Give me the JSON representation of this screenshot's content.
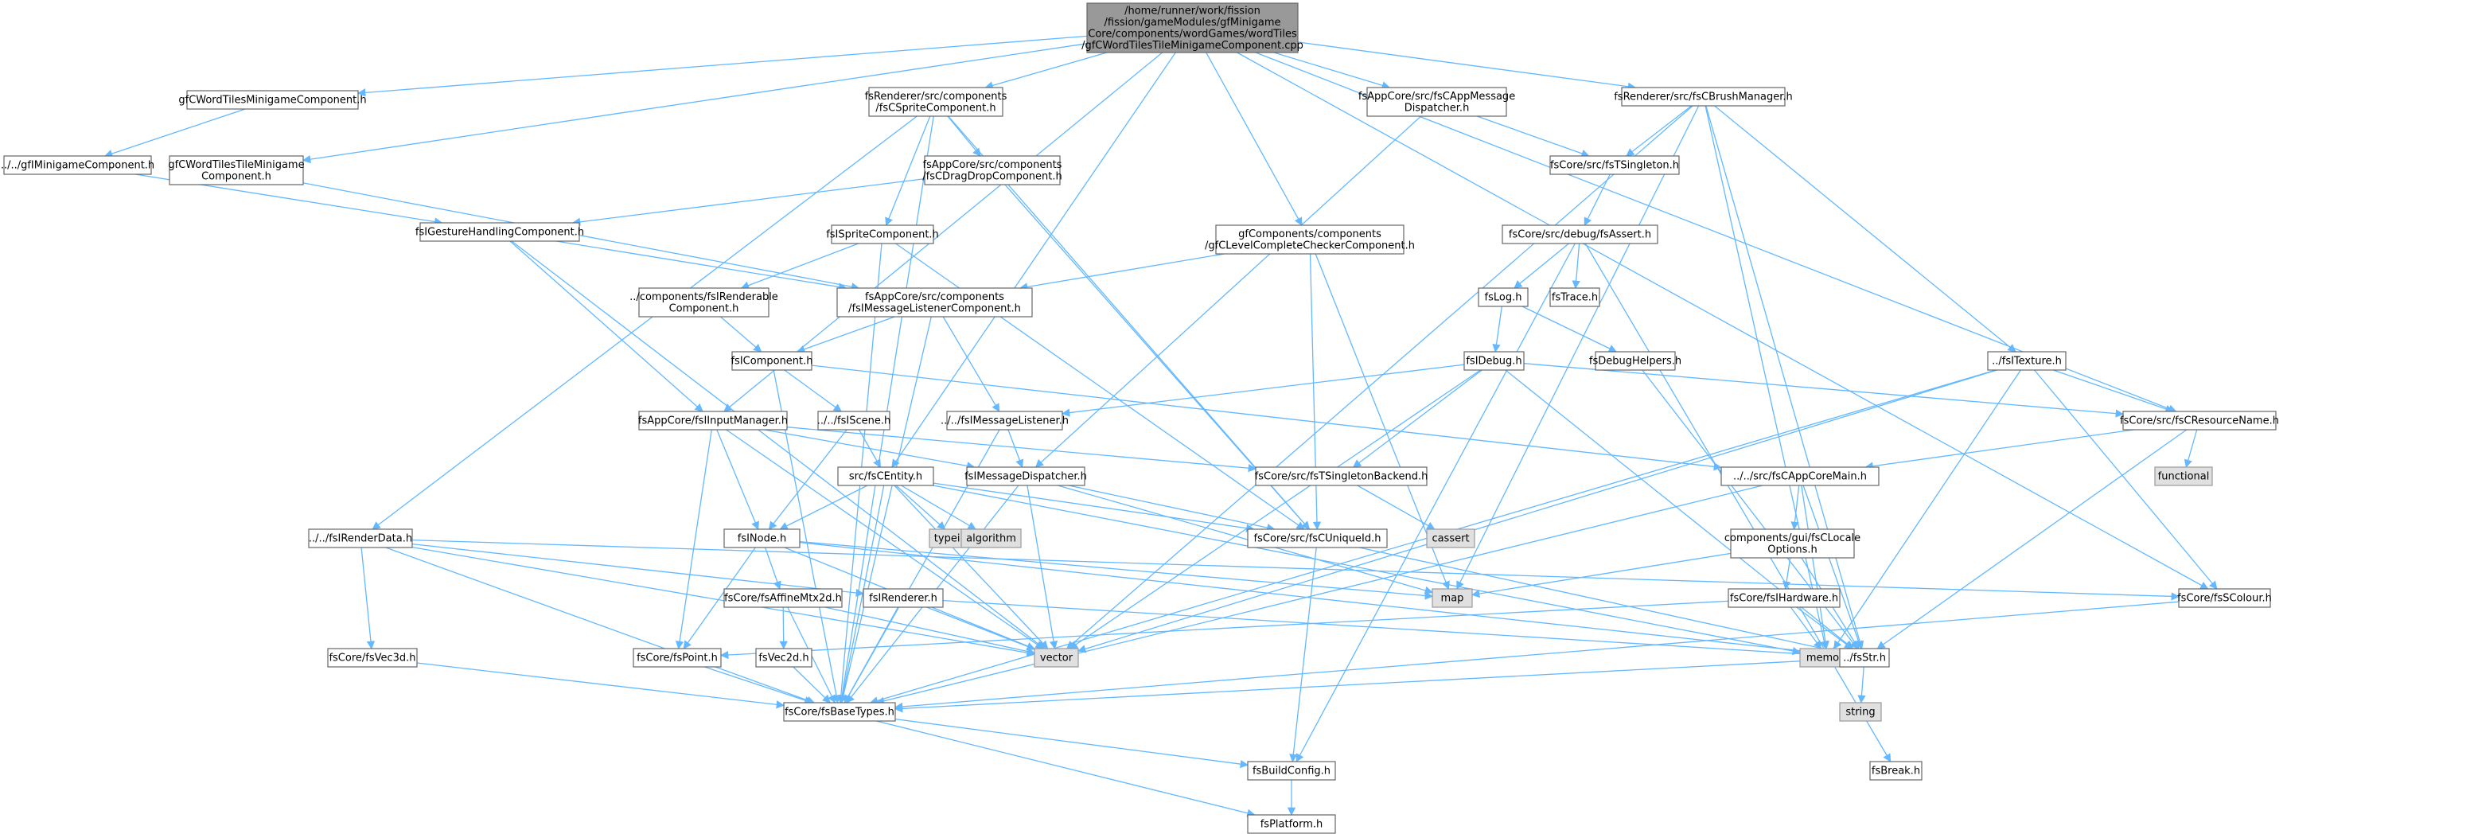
{
  "colors": {
    "root_fill": "#999999",
    "node_fill": "#ffffff",
    "node_border": "#666666",
    "external_fill": "#e0e0e0",
    "external_border": "#999999",
    "edge": "#63b8ff"
  },
  "nodes": [
    {
      "id": "root",
      "kind": "root",
      "lines": [
        "/home/runner/work/fission",
        "/fission/gameModules/gfMinigame",
        "Core/components/wordGames/wordTiles",
        "/gfCWordTilesTileMinigameComponent.cpp"
      ]
    },
    {
      "id": "gfcwtmc",
      "lines": [
        "gfCWordTilesMinigameComponent.h"
      ]
    },
    {
      "id": "gfimc",
      "lines": [
        "../../gfIMinigameComponent.h"
      ]
    },
    {
      "id": "gfcwttmc",
      "lines": [
        "gfCWordTilesTileMinigame",
        "Component.h"
      ]
    },
    {
      "id": "fsigh",
      "lines": [
        "fsIGestureHandlingComponent.h"
      ]
    },
    {
      "id": "fsrcsc",
      "lines": [
        "fsRenderer/src/components",
        "/fsCSpriteComponent.h"
      ]
    },
    {
      "id": "fsacddc",
      "lines": [
        "fsAppCore/src/components",
        "/fsCDragDropComponent.h"
      ]
    },
    {
      "id": "fsisc",
      "lines": [
        "fsISpriteComponent.h"
      ]
    },
    {
      "id": "fsirc",
      "lines": [
        "../components/fsIRenderable",
        "Component.h"
      ]
    },
    {
      "id": "fsimlc",
      "lines": [
        "fsAppCore/src/components",
        "/fsIMessageListenerComponent.h"
      ]
    },
    {
      "id": "fsic",
      "lines": [
        "fsIComponent.h"
      ]
    },
    {
      "id": "fsiscene",
      "lines": [
        "../../fsIScene.h"
      ]
    },
    {
      "id": "fsaim",
      "lines": [
        "fsAppCore/fsIInputManager.h"
      ]
    },
    {
      "id": "fsird",
      "lines": [
        "../../fsIRenderData.h"
      ]
    },
    {
      "id": "fsv3",
      "lines": [
        "fsCore/fsVec3d.h"
      ]
    },
    {
      "id": "fsce",
      "lines": [
        "src/fsCEntity.h"
      ]
    },
    {
      "id": "fsinode",
      "lines": [
        "fsINode.h"
      ]
    },
    {
      "id": "fsam",
      "lines": [
        "fsCore/fsAffineMtx2d.h"
      ]
    },
    {
      "id": "fspoint",
      "lines": [
        "fsCore/fsPoint.h"
      ]
    },
    {
      "id": "fsv2",
      "lines": [
        "fsVec2d.h"
      ]
    },
    {
      "id": "fsirend",
      "lines": [
        "fsIRenderer.h"
      ]
    },
    {
      "id": "fsbt",
      "lines": [
        "fsCore/fsBaseTypes.h"
      ]
    },
    {
      "id": "fsbc",
      "lines": [
        "fsBuildConfig.h"
      ]
    },
    {
      "id": "fsplat",
      "lines": [
        "fsPlatform.h"
      ]
    },
    {
      "id": "typeinfo",
      "kind": "external",
      "lines": [
        "typeinfo"
      ]
    },
    {
      "id": "algorithm",
      "kind": "external",
      "lines": [
        "algorithm"
      ]
    },
    {
      "id": "vector",
      "kind": "external",
      "lines": [
        "vector"
      ]
    },
    {
      "id": "map",
      "kind": "external",
      "lines": [
        "map"
      ]
    },
    {
      "id": "memory",
      "kind": "external",
      "lines": [
        "memory"
      ]
    },
    {
      "id": "string",
      "kind": "external",
      "lines": [
        "string"
      ]
    },
    {
      "id": "cassert",
      "kind": "external",
      "lines": [
        "cassert"
      ]
    },
    {
      "id": "functional",
      "kind": "external",
      "lines": [
        "functional"
      ]
    },
    {
      "id": "fsiml",
      "lines": [
        "../../fsIMessageListener.h"
      ]
    },
    {
      "id": "fsimd",
      "lines": [
        "fsIMessageDispatcher.h"
      ]
    },
    {
      "id": "fscuid",
      "lines": [
        "fsCore/src/fsCUniqueId.h"
      ]
    },
    {
      "id": "gflcc",
      "lines": [
        "gfComponents/components",
        "/gfCLevelCompleteCheckerComponent.h"
      ]
    },
    {
      "id": "fsacmd",
      "lines": [
        "fsAppCore/src/fsCAppMessage",
        "Dispatcher.h"
      ]
    },
    {
      "id": "fstsing",
      "lines": [
        "fsCore/src/fsTSingleton.h"
      ]
    },
    {
      "id": "fsassert",
      "lines": [
        "fsCore/src/debug/fsAssert.h"
      ]
    },
    {
      "id": "fslog",
      "lines": [
        "fsLog.h"
      ]
    },
    {
      "id": "fstrace",
      "lines": [
        "fsTrace.h"
      ]
    },
    {
      "id": "fsidebug",
      "lines": [
        "fsIDebug.h"
      ]
    },
    {
      "id": "fsdbgh",
      "lines": [
        "fsDebugHelpers.h"
      ]
    },
    {
      "id": "fstsb",
      "lines": [
        "fsCore/src/fsTSingletonBackend.h"
      ]
    },
    {
      "id": "fsrcbm",
      "lines": [
        "fsRenderer/src/fsCBrushManager.h"
      ]
    },
    {
      "id": "fsitex",
      "lines": [
        "../fsITexture.h"
      ]
    },
    {
      "id": "fscrn",
      "lines": [
        "fsCore/src/fsCResourceName.h"
      ]
    },
    {
      "id": "fscam",
      "lines": [
        "../../src/fsCAppCoreMain.h"
      ]
    },
    {
      "id": "fsclo",
      "lines": [
        "components/gui/fsCLocale",
        "Options.h"
      ]
    },
    {
      "id": "fsihw",
      "lines": [
        "fsCore/fsIHardware.h"
      ]
    },
    {
      "id": "fsstr",
      "lines": [
        "../fsStr.h"
      ]
    },
    {
      "id": "fscolour",
      "lines": [
        "fsCore/fsSColour.h"
      ]
    },
    {
      "id": "fsbreak",
      "lines": [
        "fsBreak.h"
      ]
    }
  ]
}
